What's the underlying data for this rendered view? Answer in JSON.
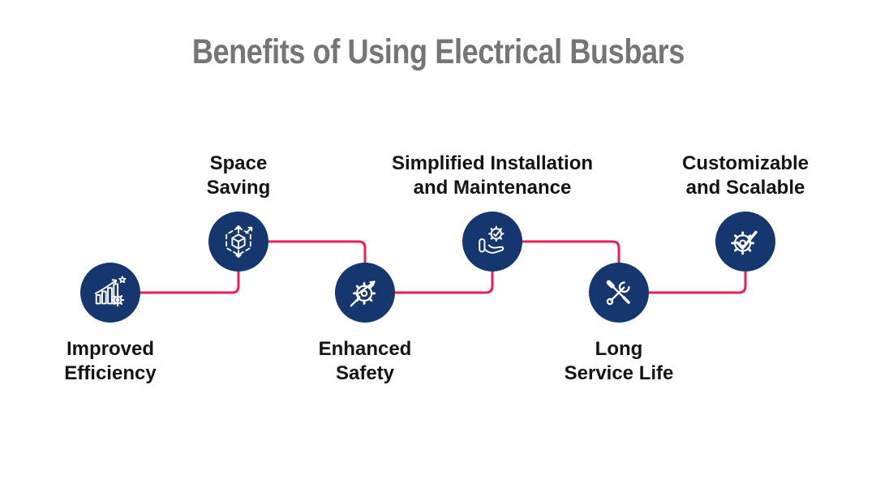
{
  "title": "Benefits of Using Electrical Busbars",
  "colors": {
    "background": "#ffffff",
    "title": "#757575",
    "label": "#141414",
    "circle": "#16366F",
    "connector": "#EC1D55",
    "icon_stroke": "#ffffff"
  },
  "items": [
    {
      "label": "Improved\nEfficiency",
      "icon": "growth-chart-gear-icon",
      "position": "bottom"
    },
    {
      "label": "Space\nSaving",
      "icon": "cube-expand-icon",
      "position": "top"
    },
    {
      "label": "Enhanced\nSafety",
      "icon": "gear-lightning-icon",
      "position": "bottom"
    },
    {
      "label": "Simplified Installation\nand Maintenance",
      "icon": "hand-holding-gear-icon",
      "position": "top"
    },
    {
      "label": "Long\nService Life",
      "icon": "wrench-screwdriver-icon",
      "position": "bottom"
    },
    {
      "label": "Customizable\nand Scalable",
      "icon": "gear-checkmark-icon",
      "position": "top"
    }
  ]
}
